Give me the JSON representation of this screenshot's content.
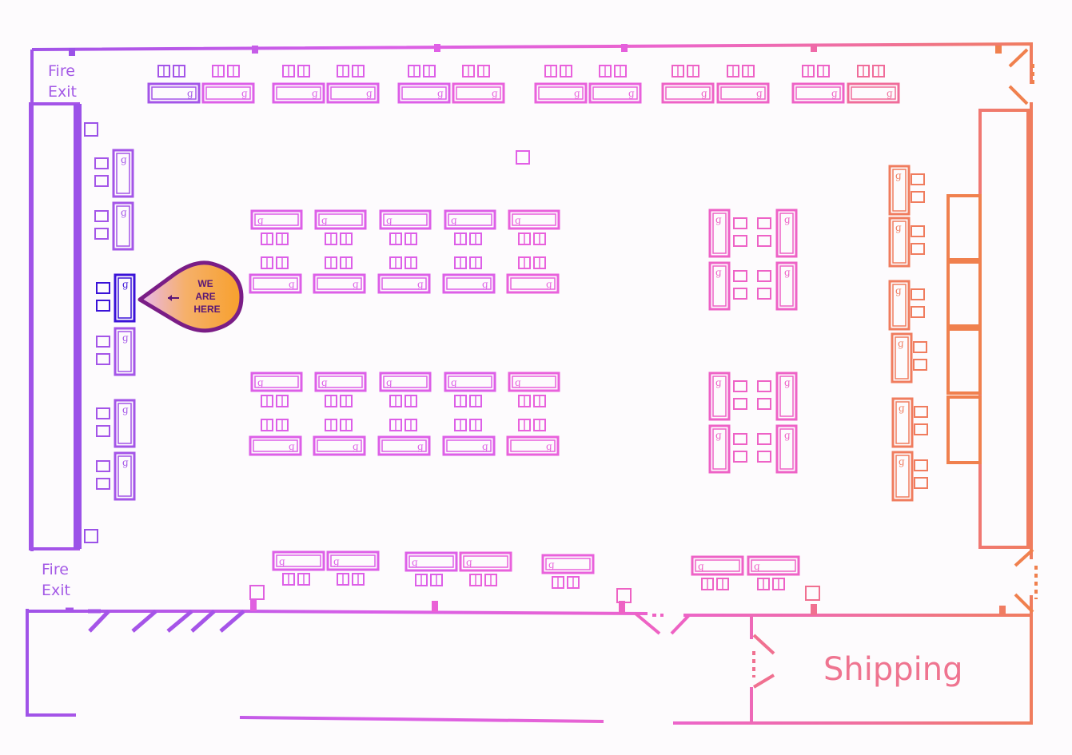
{
  "labels": {
    "fire_exit_top": [
      "Fire",
      "Exit"
    ],
    "fire_exit_bottom": [
      "Fire",
      "Exit"
    ],
    "shipping": "Shipping",
    "marker": [
      "WE",
      "ARE",
      "HERE"
    ]
  },
  "colors": {
    "violet": "#9b52e8",
    "magenta": "#e25fe6",
    "pink": "#ef62c8",
    "orange": "#f0804e",
    "highlight": "#3a12d8",
    "marker_fill": "#f7a02c",
    "marker_stroke": "#7a1d86",
    "marker_text": "#5a1676"
  },
  "icons": {
    "workstation": "desk-with-two-monitors-icon",
    "marker": "location-pin-icon",
    "door": "door-swing-icon"
  }
}
